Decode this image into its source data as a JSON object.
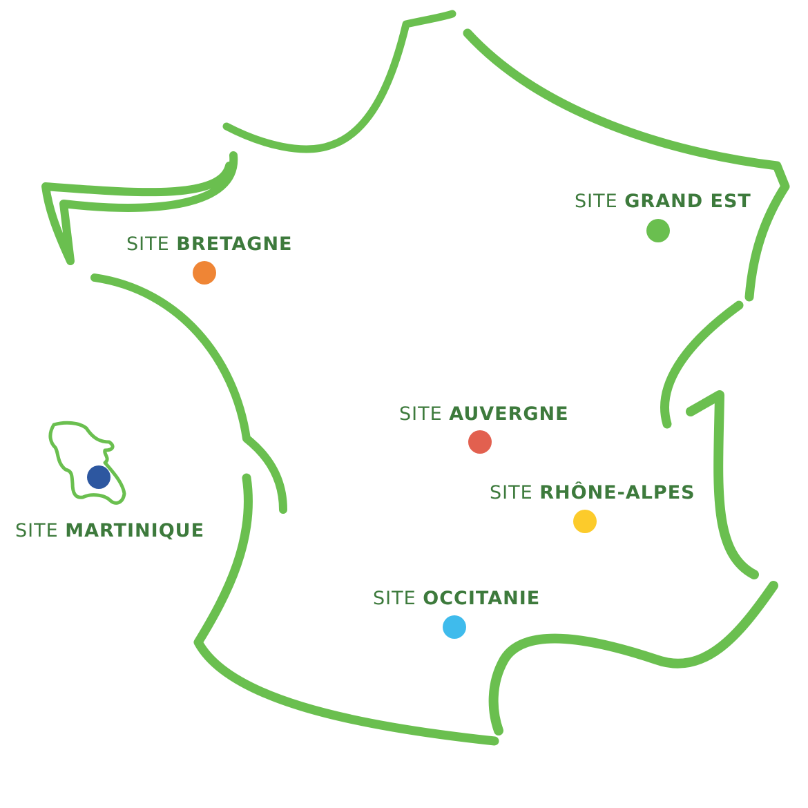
{
  "map": {
    "outline_color": "#6abf4f",
    "label_color": "#3d7a3c",
    "sites": [
      {
        "prefix": "SITE",
        "name": "GRAND EST",
        "color": "#6abf4f"
      },
      {
        "prefix": "SITE",
        "name": "BRETAGNE",
        "color": "#ef8535"
      },
      {
        "prefix": "SITE",
        "name": "AUVERGNE",
        "color": "#e2604f"
      },
      {
        "prefix": "SITE",
        "name": "RHÔNE-ALPES",
        "color": "#fccb2b"
      },
      {
        "prefix": "SITE",
        "name": "OCCITANIE",
        "color": "#3fbbec"
      },
      {
        "prefix": "SITE",
        "name": "MARTINIQUE",
        "color": "#2d57a0"
      }
    ]
  }
}
